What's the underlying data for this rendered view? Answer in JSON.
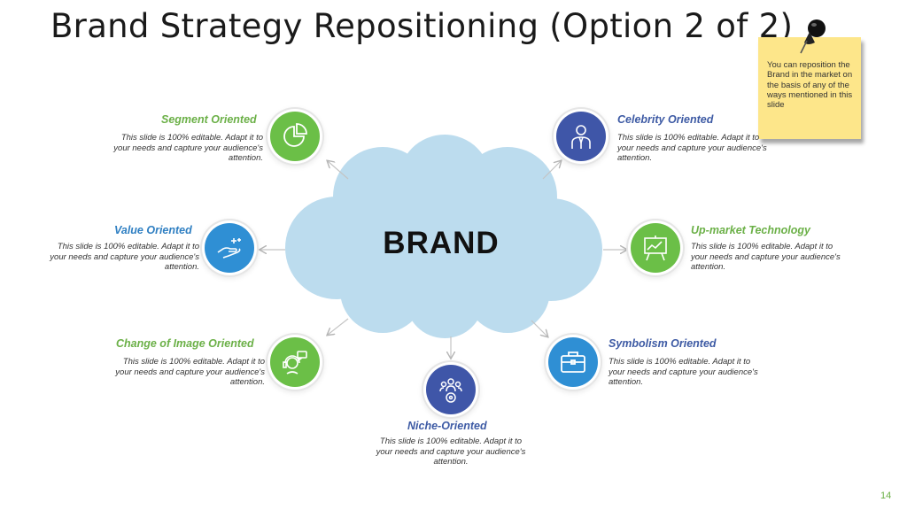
{
  "title": "Brand Strategy Repositioning (Option 2 of 2)",
  "note_text": "You can reposition the Brand in the market on the basis of any of the ways mentioned in this slide",
  "center_label": "BRAND",
  "page_number": "14",
  "colors": {
    "green": "#6bbf47",
    "blue": "#2f8fd4",
    "navy": "#3f56a8",
    "cloud": "#bcdcee",
    "note": "#fde68a"
  },
  "nodes": [
    {
      "title": "Segment Oriented",
      "text": "This slide is 100% editable. Adapt it to your needs and capture your audience's attention.",
      "icon": "pie-chart-icon"
    },
    {
      "title": "Celebrity Oriented",
      "text": "This slide is 100% editable. Adapt it to your needs and capture your audience's attention.",
      "icon": "person-icon"
    },
    {
      "title": "Value Oriented",
      "text": "This slide is 100% editable. Adapt it to your needs and capture your audience's attention.",
      "icon": "hand-icon"
    },
    {
      "title": "Up-market Technology",
      "text": "This slide is 100% editable. Adapt it to your needs and capture your audience's attention.",
      "icon": "presentation-board-icon"
    },
    {
      "title": "Change of Image Oriented",
      "text": "This slide is 100% editable. Adapt it to your needs and capture your audience's attention.",
      "icon": "headset-icon"
    },
    {
      "title": "Symbolism Oriented",
      "text": "This slide is 100% editable. Adapt it to your needs and capture your audience's attention.",
      "icon": "briefcase-icon"
    },
    {
      "title": "Niche-Oriented",
      "text": "This slide is 100% editable. Adapt it to your needs and capture your audience's attention.",
      "icon": "group-target-icon"
    }
  ]
}
